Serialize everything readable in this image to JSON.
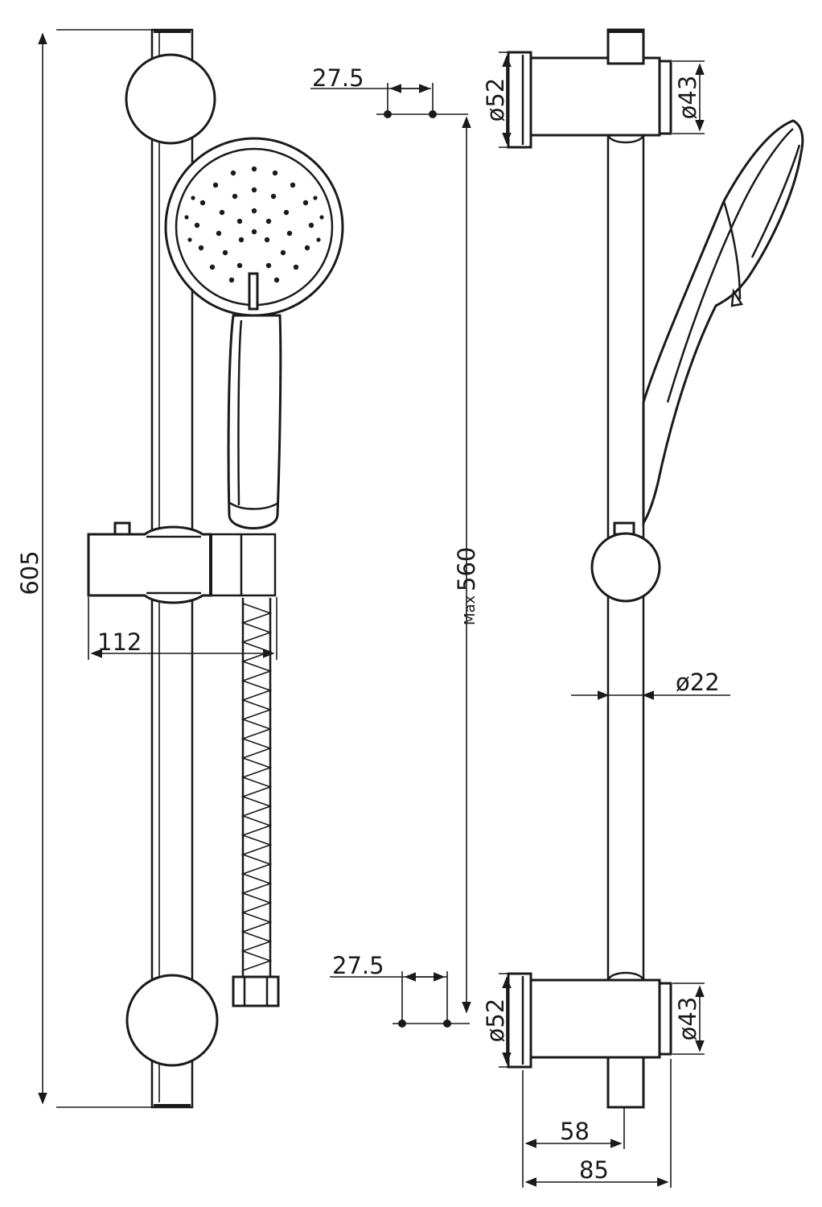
{
  "dimensions": {
    "overall_height": "605",
    "bracket_spacing_prefix": "Max",
    "bracket_spacing": "560",
    "hole_spacing_top": "27.5",
    "hole_spacing_bottom": "27.5",
    "holder_projection": "112",
    "bracket_dia_top": "ø52",
    "bracket_dia_bottom": "ø52",
    "cap_dia_top": "ø43",
    "cap_dia_bottom": "ø43",
    "rail_diameter": "ø22",
    "rail_offset": "58",
    "bracket_depth": "85"
  }
}
